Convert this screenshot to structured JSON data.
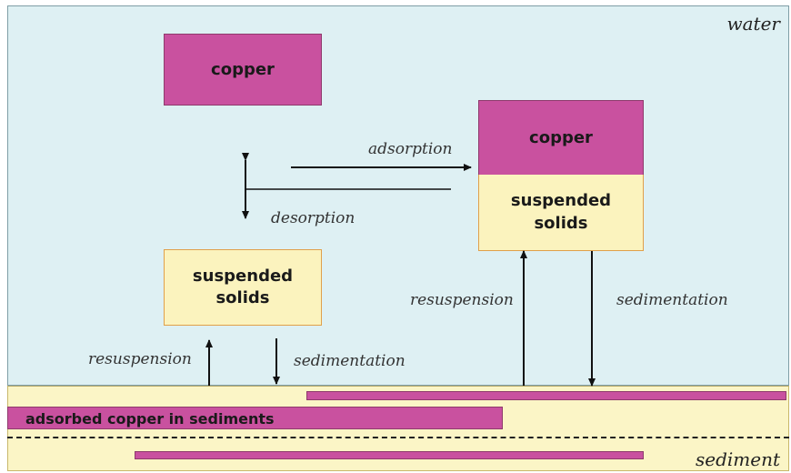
{
  "zones": {
    "water": "water",
    "sediment": "sediment"
  },
  "boxes": {
    "free_copper": "copper",
    "free_solids": "suspended\nsolids",
    "bound_copper": "copper",
    "bound_solids": "suspended\nsolids"
  },
  "labels": {
    "adsorption": "adsorption",
    "desorption": "desorption",
    "resuspension_left": "resuspension",
    "sedimentation_left": "sedimentation",
    "resuspension_right": "resuspension",
    "sedimentation_right": "sedimentation"
  },
  "sediment_bar": {
    "label": "adsorbed copper in sediments"
  },
  "colors": {
    "water": "#def0f3",
    "sediment": "#fbf5c6",
    "copper": "#c9519f",
    "solids": "#fbf3be"
  }
}
